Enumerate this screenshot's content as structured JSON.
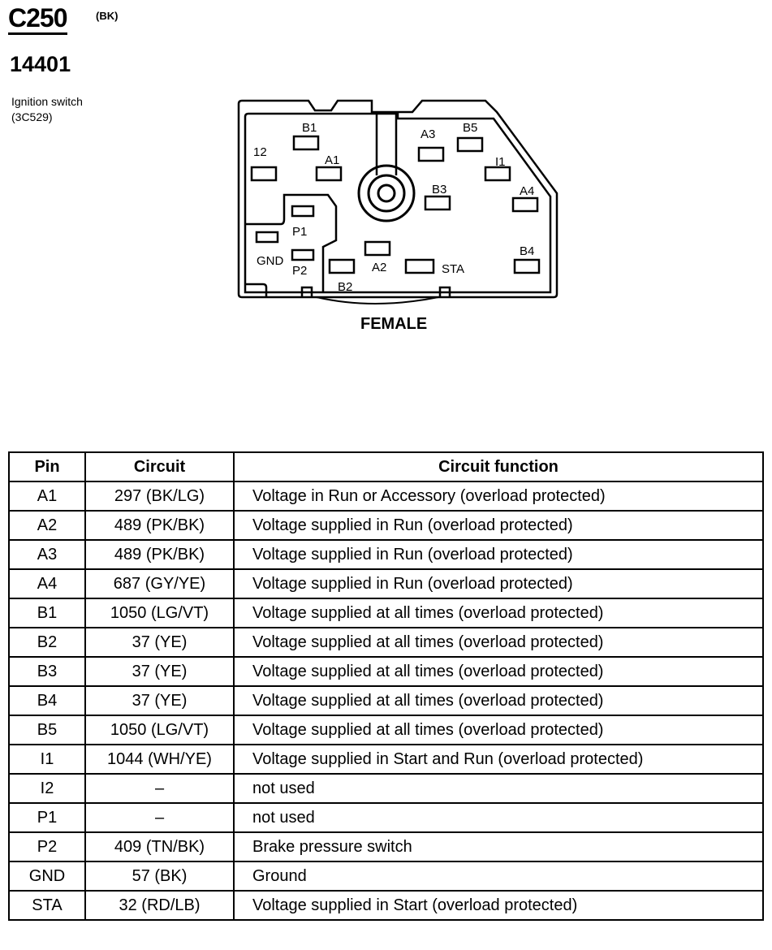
{
  "header": {
    "connector_id": "C250",
    "connector_color": "(BK)",
    "part_number": "14401",
    "component_name_line1": "Ignition switch",
    "component_name_line2": "(3C529)"
  },
  "diagram": {
    "view_label": "FEMALE",
    "pin_labels": {
      "B1": "B1",
      "I2": "12",
      "A1": "A1",
      "A3": "A3",
      "B5": "B5",
      "I1": "I1",
      "B3": "B3",
      "A4": "A4",
      "P1": "P1",
      "GND": "GND",
      "P2": "P2",
      "A2": "A2",
      "STA": "STA",
      "B4": "B4",
      "B2": "B2"
    }
  },
  "table": {
    "headers": {
      "pin": "Pin",
      "circuit": "Circuit",
      "function": "Circuit function"
    },
    "rows": [
      {
        "pin": "A1",
        "circuit": "297 (BK/LG)",
        "function": "Voltage in Run or Accessory (overload protected)"
      },
      {
        "pin": "A2",
        "circuit": "489 (PK/BK)",
        "function": "Voltage supplied in Run (overload protected)"
      },
      {
        "pin": "A3",
        "circuit": "489 (PK/BK)",
        "function": "Voltage supplied in Run (overload protected)"
      },
      {
        "pin": "A4",
        "circuit": "687 (GY/YE)",
        "function": "Voltage supplied in Run (overload protected)"
      },
      {
        "pin": "B1",
        "circuit": "1050 (LG/VT)",
        "function": "Voltage supplied at all times (overload protected)"
      },
      {
        "pin": "B2",
        "circuit": "37 (YE)",
        "function": "Voltage supplied at all times (overload protected)"
      },
      {
        "pin": "B3",
        "circuit": "37 (YE)",
        "function": "Voltage supplied at all times (overload protected)"
      },
      {
        "pin": "B4",
        "circuit": "37 (YE)",
        "function": "Voltage supplied at all times (overload protected)"
      },
      {
        "pin": "B5",
        "circuit": "1050 (LG/VT)",
        "function": "Voltage supplied at all times (overload protected)"
      },
      {
        "pin": "I1",
        "circuit": "1044 (WH/YE)",
        "function": "Voltage supplied in Start and Run (overload protected)"
      },
      {
        "pin": "I2",
        "circuit": "–",
        "function": "not used"
      },
      {
        "pin": "P1",
        "circuit": "–",
        "function": "not used"
      },
      {
        "pin": "P2",
        "circuit": "409 (TN/BK)",
        "function": "Brake pressure switch"
      },
      {
        "pin": "GND",
        "circuit": "57 (BK)",
        "function": "Ground"
      },
      {
        "pin": "STA",
        "circuit": "32 (RD/LB)",
        "function": "Voltage supplied in Start (overload protected)"
      }
    ]
  }
}
